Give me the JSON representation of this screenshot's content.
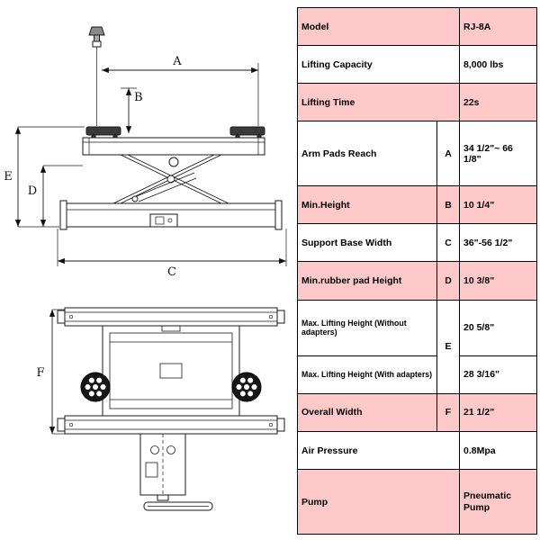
{
  "colors": {
    "row_pink": "#ffc9c9",
    "row_white": "#ffffff",
    "border": "#000000"
  },
  "diagram": {
    "dim_a": "A",
    "dim_b": "B",
    "dim_c": "C",
    "dim_d": "D",
    "dim_e": "E",
    "dim_f": "F"
  },
  "table": {
    "rows": [
      {
        "label": "Model",
        "letter": "",
        "value": "RJ-8A",
        "pink": true
      },
      {
        "label": "Lifting Capacity",
        "letter": "",
        "value": "8,000 lbs",
        "pink": false
      },
      {
        "label": "Lifting Time",
        "letter": "",
        "value": "22s",
        "pink": true
      },
      {
        "label": "Arm Pads Reach",
        "letter": "A",
        "value": "34 1/2\"~ 66 1/8\"",
        "pink": false
      },
      {
        "label": "Min.Height",
        "letter": "B",
        "value": "10 1/4\"",
        "pink": true
      },
      {
        "label": "Support Base Width",
        "letter": "C",
        "value": "36\"-56 1/2\"",
        "pink": false
      },
      {
        "label": "Min.rubber pad Height",
        "letter": "D",
        "value": "10 3/8\"",
        "pink": true
      },
      {
        "label": "Max. Lifting Height (Without adapters)",
        "letter": "E",
        "value": "20 5/8\"",
        "pink": false
      },
      {
        "label": "Max. Lifting Height (With adapters)",
        "letter": "",
        "value": "28 3/16\"",
        "pink": false
      },
      {
        "label": "Overall Width",
        "letter": "F",
        "value": "21 1/2\"",
        "pink": true
      },
      {
        "label": "Air Pressure",
        "letter": "",
        "value": "0.8Mpa",
        "pink": false
      },
      {
        "label": "Pump",
        "letter": "",
        "value": "Pneumatic Pump",
        "pink": true
      }
    ]
  }
}
